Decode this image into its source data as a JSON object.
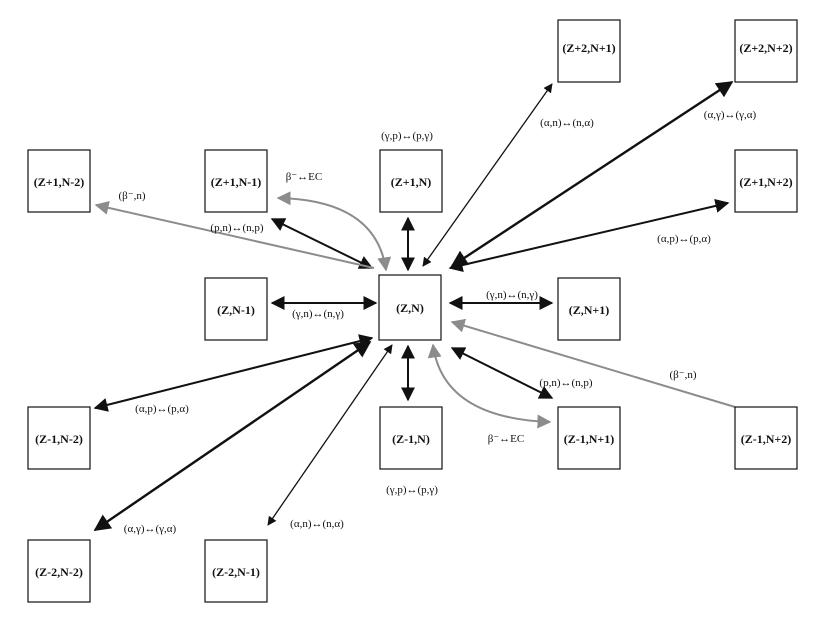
{
  "colors": {
    "primary": "#111111",
    "secondary": "#8c8c8c",
    "background": "#ffffff"
  },
  "nuclides": {
    "center": "(Z,N)",
    "zm1_nm1": "(Z,N-1)",
    "zm0_np1": "(Z,N+1)",
    "zp1_n": "(Z+1,N)",
    "zm1_n": "(Z-1,N)",
    "zp1_nm1": "(Z+1,N-1)",
    "zp1_nm2": "(Z+1,N-2)",
    "zp1_np2": "(Z+1,N+2)",
    "zp2_np1": "(Z+2,N+1)",
    "zp2_np2": "(Z+2,N+2)",
    "zm1_np1": "(Z-1,N+1)",
    "zm1_np2": "(Z-1,N+2)",
    "zm1_nm2": "(Z-1,N-2)",
    "zm2_nm2": "(Z-2,N-2)",
    "zm2_nm1": "(Z-2,N-1)"
  },
  "reactions": {
    "gp_pg_top": "(γ,p)↔(p,γ)",
    "gp_pg_bottom": "(γ,p)↔(p,γ)",
    "gn_ng_right": "(γ,n)↔(n,γ)",
    "gn_ng_left": "(γ,n)↔(n,γ)",
    "beta_ec_top": "β⁻↔EC",
    "beta_ec_bottom": "β⁻↔EC",
    "pn_np_top": "(p,n)↔(n,p)",
    "pn_np_bottom": "(p,n)↔(n,p)",
    "bn_left": "(β⁻,n)",
    "bn_right": "(β⁻,n)",
    "an_na_top": "(α,n)↔(n,α)",
    "an_na_bottom": "(α,n)↔(n,α)",
    "ag_ga_top": "(α,γ)↔(γ,α)",
    "ag_ga_bottom": "(α,γ)↔(γ,α)",
    "ap_pa_top": "(α,p)↔(p,α)",
    "ap_pa_bottom": "(α,p)↔(p,α)"
  }
}
